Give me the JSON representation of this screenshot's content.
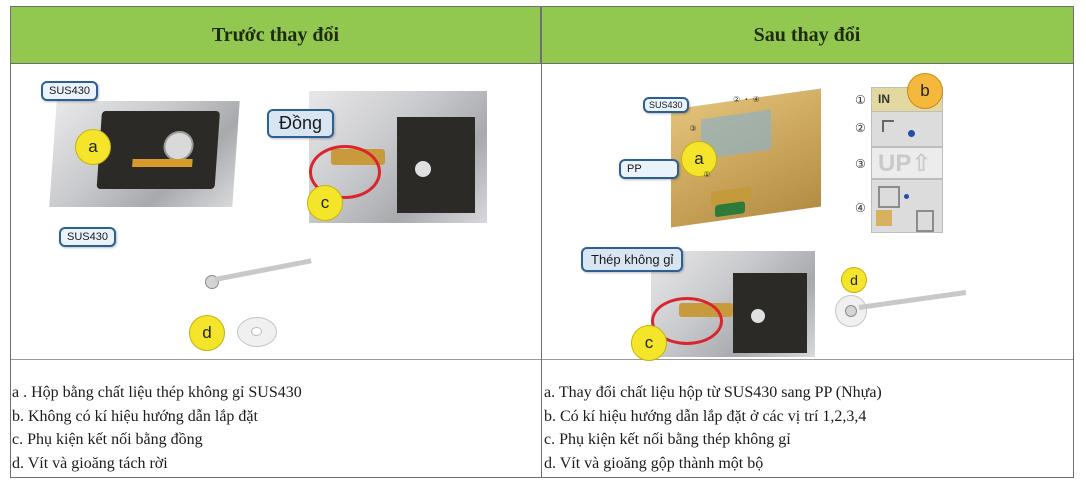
{
  "header": {
    "before": "Trước thay đổi",
    "after": "Sau thay đổi"
  },
  "before": {
    "callouts": {
      "sus430_top": "SUS430",
      "sus430_bottom": "SUS430",
      "copper": "Đồng"
    },
    "badges": {
      "a": "a",
      "c": "c",
      "d": "d"
    },
    "description": [
      "a . Hộp bằng chất liệu thép không gỉ SUS430",
      "b. Không có kí hiệu  hướng dẫn  lắp đặt",
      "c. Phụ kiện kết nối bằng đồng",
      "d. Vít và gioăng tách rời"
    ]
  },
  "after": {
    "callouts": {
      "sus430": "SUS430",
      "pp": "PP",
      "stainless": "Thép không gỉ"
    },
    "badges": {
      "a": "a",
      "b": "b",
      "c": "c",
      "d": "d"
    },
    "markers": {
      "m1": "①",
      "m2": "②",
      "m3": "③",
      "m4": "④",
      "m24": "② ・ ④",
      "in_label": "IN",
      "up_label": "UP⇧"
    },
    "description": [
      "a. Thay đổi chất liệu hộp từ SUS430 sang PP (Nhựa)",
      "b. Có kí hiệu hướng dẫn lắp đặt ở các vị trí 1,2,3,4",
      "c. Phụ kiện kết nối bằng thép không gỉ",
      "d. Vít và gioăng gộp thành một bộ"
    ]
  },
  "colors": {
    "header_bg": "#92c84f",
    "badge_yellow": "#f4e52a",
    "ring_red": "#d8262c",
    "callout_border": "#2e5f93"
  }
}
